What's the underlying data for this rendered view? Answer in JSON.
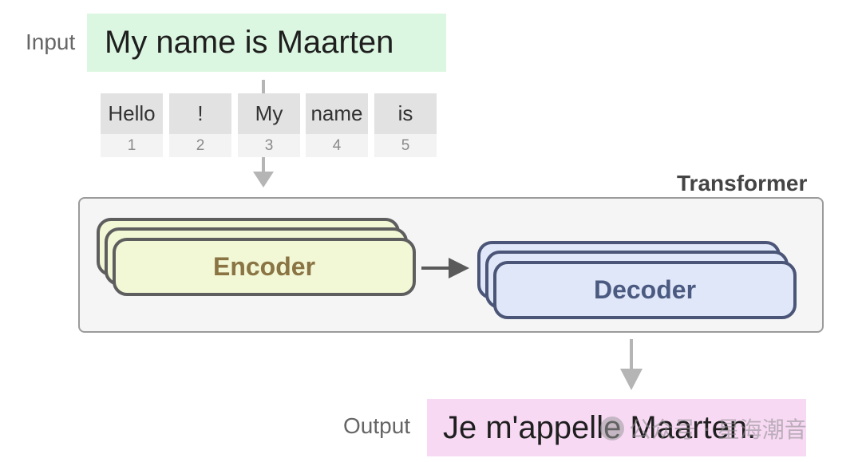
{
  "input": {
    "label": "Input",
    "text": "My name is Maarten"
  },
  "tokens": [
    {
      "text": "Hello",
      "index": "1"
    },
    {
      "text": "!",
      "index": "2"
    },
    {
      "text": "My",
      "index": "3"
    },
    {
      "text": "name",
      "index": "4"
    },
    {
      "text": "is",
      "index": "5"
    }
  ],
  "transformer": {
    "label": "Transformer"
  },
  "encoder": {
    "label": "Encoder"
  },
  "decoder": {
    "label": "Decoder"
  },
  "output": {
    "label": "Output",
    "text": "Je m'appelle Maarten."
  },
  "watermark": {
    "text": "公众号 · 星海潮音"
  },
  "colors": {
    "input_bg": "#dcf7e1",
    "output_bg": "#f8d9f4",
    "encoder_fill": "#f2f7d5",
    "decoder_fill": "#e0e7f9",
    "encoder_text": "#8a7444",
    "decoder_text": "#4b5a80",
    "arrow": "#b5b5b5"
  }
}
